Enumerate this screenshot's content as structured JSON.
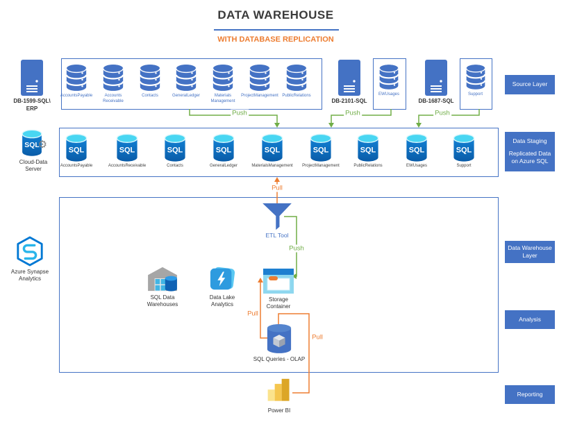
{
  "title": "DATA WAREHOUSE",
  "subtitle": "WITH DATABASE REPLICATION",
  "colors": {
    "blue": "#4472C4",
    "green": "#70AD47",
    "orange": "#ED7D31",
    "azure": "#0078D4",
    "cyan": "#50E6FF"
  },
  "icons": {
    "sql_badge": "SQL"
  },
  "arrows": {
    "push": "Push",
    "pull": "Pull"
  },
  "source_layer": {
    "server1": "DB-1599-SQL\\\nERP",
    "erp_dbs": [
      "AccountsPayable",
      "Accounts\nReceivable",
      "Contacts",
      "GeneralLedger",
      "Materials\nManagement",
      "ProjectManagement",
      "PublicRelations"
    ],
    "server2": "DB-2101-SQL",
    "ewusages": "EWUsages",
    "server3": "DB-1687-SQL",
    "support": "Support"
  },
  "staging": {
    "cloud_server": "Cloud-Data Server",
    "dbs": [
      "AccountsPayable",
      "AccountsReceivable",
      "Contacts",
      "GeneralLedger",
      "MaterialsManagement",
      "ProjectManagement",
      "PublicRelations",
      "EWUsages",
      "Support"
    ]
  },
  "warehouse": {
    "synapse": "Azure Synapse Analytics",
    "etl": "ETL Tool",
    "sql_dw": "SQL Data Warehouses",
    "data_lake": "Data Lake Analytics",
    "storage": "Storage Container",
    "olap": "SQL Queries - OLAP"
  },
  "reporting": {
    "powerbi": "Power BI"
  },
  "side_labels": {
    "source": "Source Layer",
    "staging1": "Data Staging",
    "staging2": "Replicated Data on Azure SQL",
    "dw": "Data Warehouse Layer",
    "analysis": "Analysis",
    "reporting": "Reporting"
  }
}
